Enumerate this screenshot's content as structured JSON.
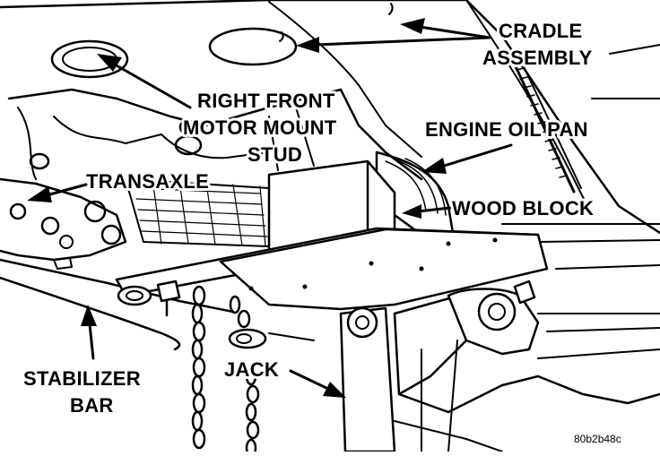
{
  "labels": {
    "cradle_assembly": [
      "CRADLE",
      "ASSEMBLY"
    ],
    "right_front_motor_mount_stud": [
      "RIGHT FRONT",
      "MOTOR MOUNT",
      "STUD"
    ],
    "engine_oil_pan": "ENGINE OIL PAN",
    "transaxle": "TRANSAXLE",
    "wood_block": "WOOD BLOCK",
    "stabilizer_bar": [
      "STABILIZER",
      "BAR"
    ],
    "jack": "JACK"
  },
  "figure_ref": "80b2b48c",
  "colors": {
    "ink": "#000000",
    "paper": "#ffffff"
  }
}
